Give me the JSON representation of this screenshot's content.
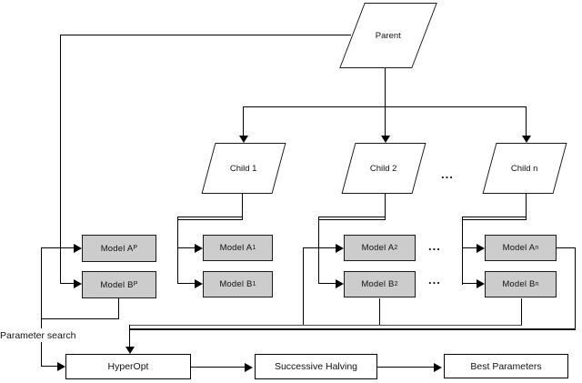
{
  "diagram": {
    "title": "Parent-child model hyperparameter search flowchart",
    "background": "#ffffff",
    "colors": {
      "model_fill": "#cccccc",
      "model_border": "#1a1a1a",
      "flow_fill": "#ffffff",
      "line": "#000000"
    },
    "parent": {
      "label": "Parent"
    },
    "children": [
      {
        "label": "Child 1"
      },
      {
        "label": "Child 2"
      },
      {
        "label": "Child n"
      }
    ],
    "ellipsis": "...",
    "columns": [
      {
        "id": "parent",
        "model_a": {
          "base": "Model A",
          "sub": "P"
        },
        "model_b": {
          "base": "Model B",
          "sub": "P"
        }
      },
      {
        "id": "child1",
        "model_a": {
          "base": "Model A",
          "sub": "1"
        },
        "model_b": {
          "base": "Model B",
          "sub": "1"
        }
      },
      {
        "id": "child2",
        "model_a": {
          "base": "Model A",
          "sub": "2"
        },
        "model_b": {
          "base": "Model B",
          "sub": "2"
        }
      },
      {
        "id": "childn",
        "model_a": {
          "base": "Model A",
          "sub": "n"
        },
        "model_b": {
          "base": "Model B",
          "sub": "n"
        }
      }
    ],
    "parameter_search_label": "Parameter search",
    "flow_boxes": [
      {
        "label": "HyperOpt"
      },
      {
        "label": "Successive Halving"
      },
      {
        "label": "Best Parameters"
      }
    ]
  }
}
